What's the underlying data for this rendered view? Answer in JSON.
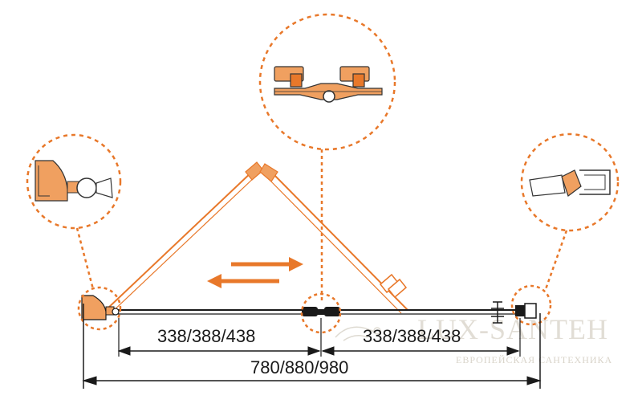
{
  "dimensions": {
    "left_opening": "338/388/438",
    "right_opening": "338/388/438",
    "total_width": "780/880/980"
  },
  "watermark": {
    "brand": "LUX-SANTEH",
    "tagline": "ЕВРОПЕЙСКАЯ САНТЕХНИКА"
  },
  "colors": {
    "accent": "#e8782a",
    "line": "#1a1a1a",
    "watermark": "#c9c2b4"
  },
  "icons": {
    "detail_top": "roller-carriage-detail",
    "detail_left": "wall-profile-detail",
    "detail_right": "magnetic-seal-detail",
    "direction": "sliding-arrows"
  }
}
